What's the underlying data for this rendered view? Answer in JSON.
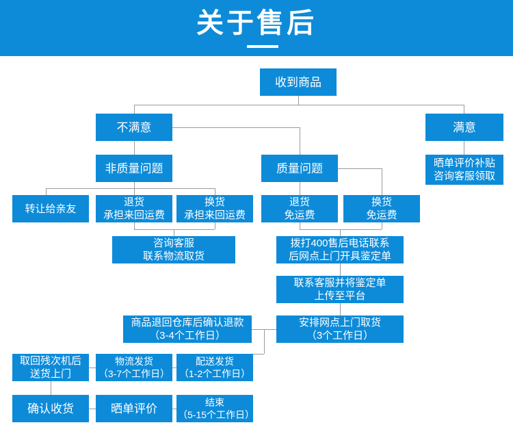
{
  "header": {
    "title": "关于售后",
    "accent_color": "#0d8bd9",
    "text_color": "#ffffff"
  },
  "flowchart": {
    "node_color": "#0d8bd9",
    "connector_color": "#9a9a9a",
    "nodes": [
      {
        "id": "received",
        "label": "收到商品"
      },
      {
        "id": "dissatisfied",
        "label": "不满意"
      },
      {
        "id": "satisfied",
        "label": "满意"
      },
      {
        "id": "satisfied-reward",
        "label": "晒单评价补贴\n咨询客服领取"
      },
      {
        "id": "non-quality-issue",
        "label": "非质量问题"
      },
      {
        "id": "quality-issue",
        "label": "质量问题"
      },
      {
        "id": "transfer-to-friend",
        "label": "转让给亲友"
      },
      {
        "id": "return-paid",
        "label": "退货\n承担来回运费"
      },
      {
        "id": "exchange-paid",
        "label": "换货\n承担来回运费"
      },
      {
        "id": "return-free",
        "label": "退货\n免运费"
      },
      {
        "id": "exchange-free",
        "label": "换货\n免运费"
      },
      {
        "id": "contact-logistics",
        "label": "咨询客服\n联系物流取货"
      },
      {
        "id": "call-400",
        "label": "拨打400售后电话联系\n后网点上门开具鉴定单"
      },
      {
        "id": "upload-report",
        "label": "联系客服并将鉴定单\n上传至平台"
      },
      {
        "id": "refund-confirm",
        "label": "商品退回仓库后确认退款\n（3-4个工作日）"
      },
      {
        "id": "arrange-pickup",
        "label": "安排网点上门取货\n（3个工作日）"
      },
      {
        "id": "return-defective",
        "label": "取回残次机后\n送货上门"
      },
      {
        "id": "logistics-ship",
        "label": "物流发货\n（3-7个工作日）"
      },
      {
        "id": "delivery-ship",
        "label": "配送发货\n（1-2个工作日）"
      },
      {
        "id": "confirm-receipt",
        "label": "确认收货"
      },
      {
        "id": "post-review",
        "label": "晒单评价"
      },
      {
        "id": "finish",
        "label": "结束\n（5-15个工作日）"
      }
    ]
  }
}
